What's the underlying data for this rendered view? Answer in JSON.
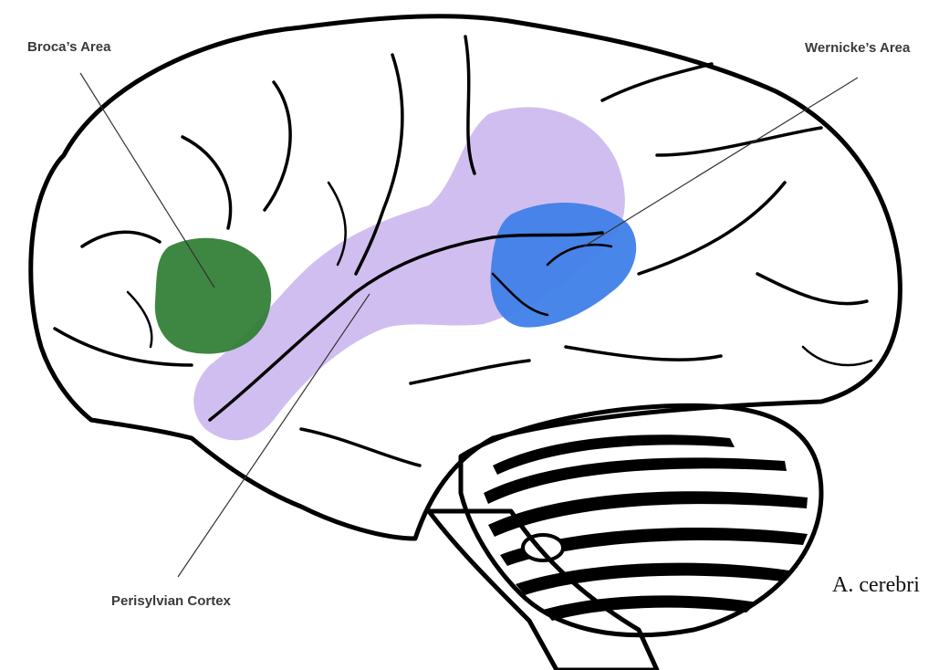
{
  "labels": {
    "broca": "Broca’s Area",
    "wernicke": "Wernicke’s Area",
    "perisylvian": "Perisylvian Cortex"
  },
  "caption": "A. cerebri",
  "colors": {
    "broca_area": "#2e7d32",
    "wernicke_area": "#3f7fe8",
    "perisylvian_cortex": "#c9b3ee",
    "outline": "#000000",
    "label_text": "#3a3a3a"
  }
}
